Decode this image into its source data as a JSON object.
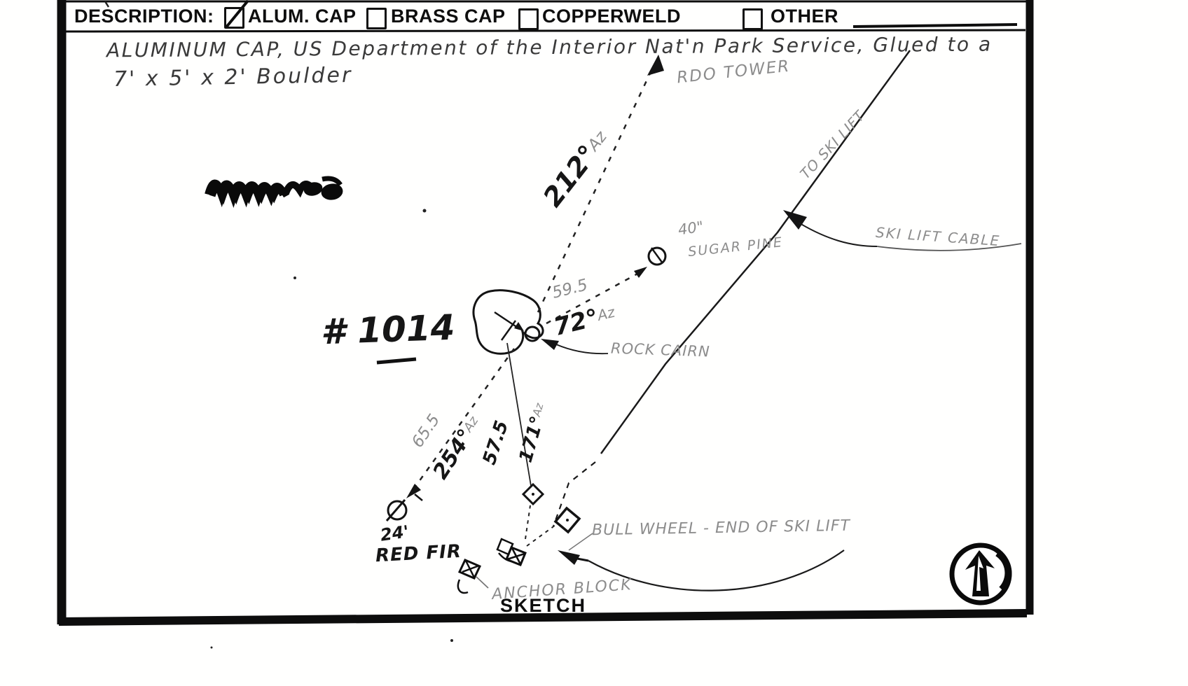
{
  "header": {
    "label": "DESCRIPTION:",
    "options": [
      {
        "label": "ALUM. CAP",
        "checked": true
      },
      {
        "label": "BRASS CAP",
        "checked": false
      },
      {
        "label": "COPPERWELD",
        "checked": false
      },
      {
        "label": "OTHER",
        "checked": false
      }
    ]
  },
  "description": {
    "line1": "ALUMINUM CAP, US Department of the Interior Nat'n Park Service, Glued to a",
    "line2": "7' x 5' x 2' Boulder"
  },
  "station": {
    "number": "# 1014"
  },
  "sketch": {
    "caption": "SKETCH",
    "cairn_label": "ROCK CAIRN",
    "radio_tower": {
      "name": "RDO TOWER",
      "bearing": "212°",
      "bearing_suffix": "Az"
    },
    "sugar_pine": {
      "size": "40\"",
      "name": "SUGAR PINE",
      "distance": "59.5",
      "bearing": "72°",
      "bearing_suffix": "Az"
    },
    "red_fir": {
      "size": "24'",
      "name": "RED FIR",
      "distance": "65.5",
      "bearing": "254°",
      "bearing_suffix": "Az"
    },
    "ski_lift": {
      "direction_label": "TO SKI LIFT",
      "cable_label": "SKI LIFT CABLE",
      "distance": "57.5",
      "bearing": "171°",
      "bearing_suffix": "Az",
      "bull_wheel_label": "BULL WHEEL - END OF SKI LIFT",
      "anchor_label": "ANCHOR BLOCK"
    }
  }
}
